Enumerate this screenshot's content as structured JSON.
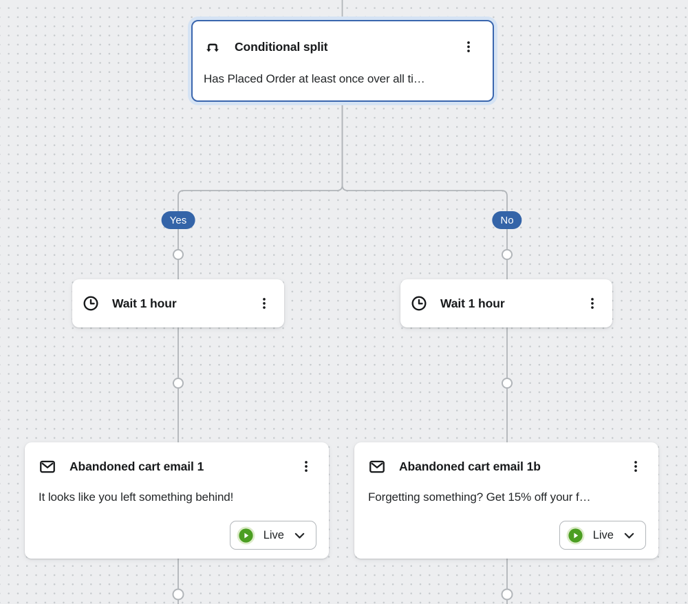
{
  "flow": {
    "conditional_split": {
      "title": "Conditional split",
      "subtitle": "Has Placed Order at least once over all ti…"
    },
    "branches": {
      "yes_label": "Yes",
      "no_label": "No"
    },
    "wait_nodes": [
      {
        "title": "Wait 1 hour"
      },
      {
        "title": "Wait 1 hour"
      }
    ],
    "email_nodes": [
      {
        "title": "Abandoned cart email 1",
        "subject": "It looks like you left something behind!",
        "status_label": "Live"
      },
      {
        "title": "Abandoned cart email 1b",
        "subject": "Forgetting something? Get 15% off your f…",
        "status_label": "Live"
      }
    ],
    "icons": {
      "conditional_split": "split-arrows-icon",
      "wait": "clock-icon",
      "email": "envelope-icon",
      "menu": "kebab-menu-icon",
      "status": "play-circle-icon",
      "dropdown": "chevron-down-icon"
    }
  },
  "colors": {
    "canvas_bg": "#edeef0",
    "canvas_dot": "#c6cacd",
    "connector": "#b1b5b9",
    "card_bg": "#ffffff",
    "badge_blue": "#3464a8",
    "badge_text": "#ffffff",
    "selected_border": "#3a66ae",
    "selected_halo": "#d5e3f4",
    "live_green": "#4b9e22",
    "live_green_ring": "#ddecca",
    "text_primary": "#1c1e21"
  }
}
